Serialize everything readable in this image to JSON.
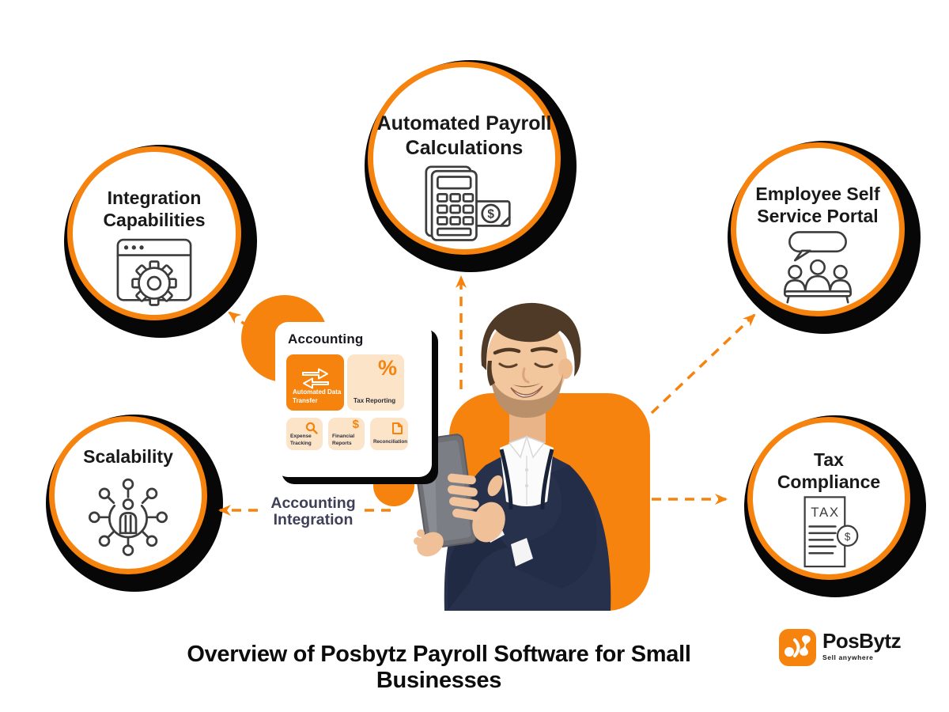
{
  "title": "Overview of Posbytz Payroll Software for Small Businesses",
  "brand": {
    "name": "PosBytz",
    "tagline": "Sell anywhere"
  },
  "colors": {
    "accent_orange": "#F5830D",
    "shadow_black": "#070707",
    "tile_peach": "#FBE4C7",
    "connector_navy": "#3F3F58",
    "icon_gray": "#3C3C3C",
    "suit_navy": "#27314C"
  },
  "connector": {
    "label": "Accounting Integration"
  },
  "card": {
    "title": "Accounting",
    "tiles": [
      {
        "label": "Automated Data Transfer",
        "icon": "transfer-arrows-icon",
        "highlighted": true
      },
      {
        "label": "Tax Reporting",
        "icon": "percent-icon",
        "glyph": "%"
      },
      {
        "label": "Expense Tracking",
        "icon": "magnifier-icon"
      },
      {
        "label": "Financial Reports",
        "icon": "dollar-icon",
        "glyph": "$"
      },
      {
        "label": "Reconciliation",
        "icon": "note-icon"
      }
    ]
  },
  "features": [
    {
      "label": "Automated Payroll Calculations",
      "icon": "calculator-money-icon",
      "icon_glyph": "$"
    },
    {
      "label": "Integration Capabilities",
      "icon": "browser-gear-icon"
    },
    {
      "label": "Employee Self Service Portal",
      "icon": "team-chat-icon"
    },
    {
      "label": "Scalability",
      "icon": "network-person-icon"
    },
    {
      "label": "Tax Compliance",
      "icon": "tax-document-icon",
      "icon_texts": {
        "doc": "TAX",
        "coin": "$"
      }
    }
  ]
}
